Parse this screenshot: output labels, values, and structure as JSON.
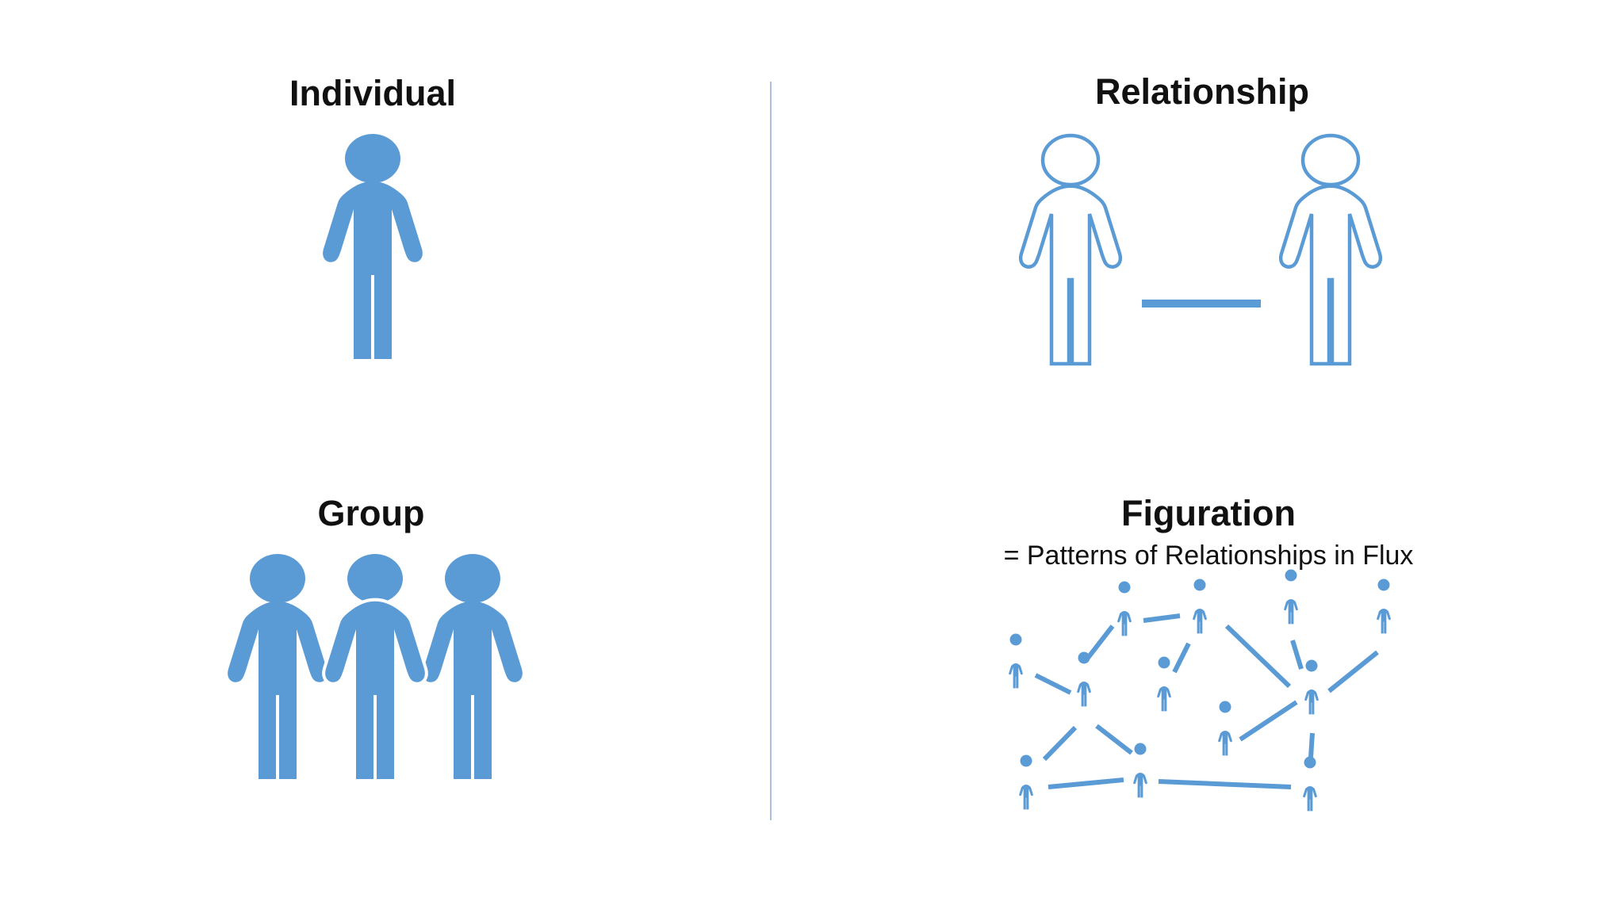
{
  "panels": {
    "individual": {
      "title": "Individual"
    },
    "relationship": {
      "title": "Relationship"
    },
    "group": {
      "title": "Group"
    },
    "figuration": {
      "title": "Figuration",
      "subtitle": "= Patterns of Relationships in Flux"
    }
  },
  "colors": {
    "figure_blue": "#5b9bd5",
    "divider": "#a9bfdc",
    "text": "#111111",
    "background": "#ffffff"
  },
  "icons": [
    "person-icon",
    "person-outline-icon",
    "group-icon",
    "network-icon"
  ]
}
